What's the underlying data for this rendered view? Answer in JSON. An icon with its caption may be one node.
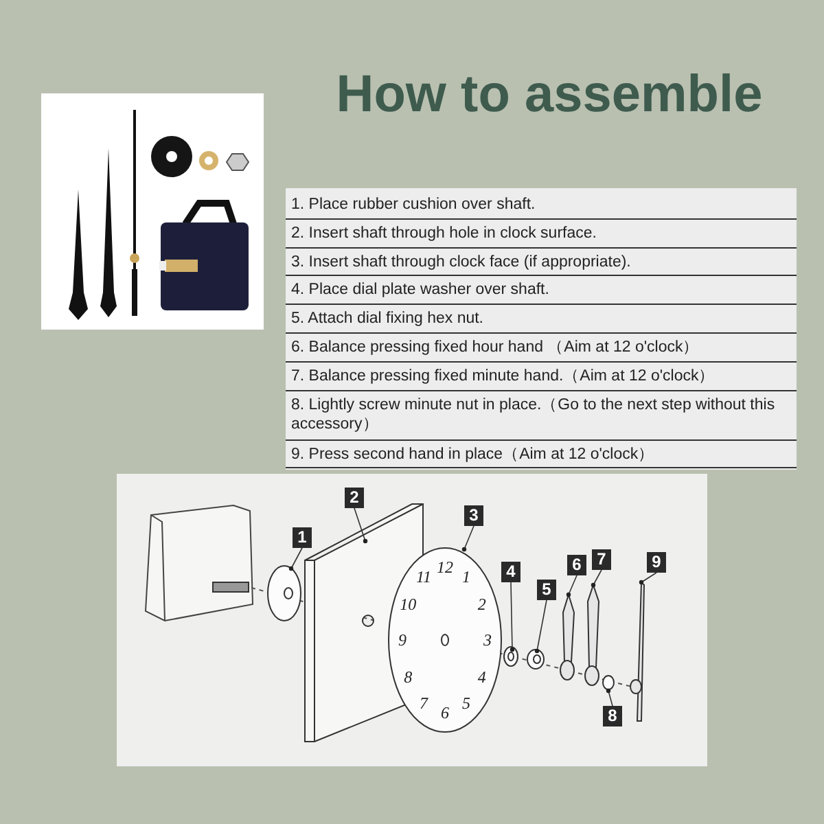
{
  "diagram": {
    "title": "How to assemble",
    "nodes": [
      {
        "text": [
          "1"
        ]
      },
      {
        "text": [
          "2"
        ]
      },
      {
        "text": [
          "3"
        ]
      },
      {
        "text": [
          "4"
        ]
      },
      {
        "text": [
          "5"
        ]
      },
      {
        "text": [
          "6"
        ]
      },
      {
        "text": [
          "7"
        ]
      },
      {
        "text": [
          "8"
        ]
      },
      {
        "text": [
          "9"
        ]
      },
      {
        "text": [],
        "shape": "circle"
      },
      {
        "text": [],
        "shape": "box"
      },
      {
        "text": [],
        "shape": "circle"
      },
      {
        "text": [],
        "shape": "circle"
      },
      {
        "text": [],
        "shape": "circle"
      },
      {
        "text": [],
        "shape": "bar"
      },
      {
        "text": [],
        "shape": "bar"
      },
      {
        "text": [],
        "shape": "circle"
      },
      {
        "text": [],
        "shape": "bar"
      }
    ],
    "edges": [
      {
        "from": 0,
        "to": 9,
        "arrow": "none"
      },
      {
        "from": 1,
        "to": 10,
        "arrow": "none"
      },
      {
        "from": 2,
        "to": 11,
        "arrow": "none"
      },
      {
        "from": 3,
        "to": 12,
        "arrow": "none"
      },
      {
        "from": 4,
        "to": 13,
        "arrow": "none"
      },
      {
        "from": 5,
        "to": 14,
        "arrow": "none"
      },
      {
        "from": 6,
        "to": 15,
        "arrow": "none"
      },
      {
        "from": 7,
        "to": 16,
        "arrow": "none"
      },
      {
        "from": 8,
        "to": 17,
        "arrow": "none"
      }
    ],
    "labels": [
      "1. Place rubber cushion over shaft.",
      "2. Insert shaft through hole in clock surface.",
      "3. Insert shaft through clock face (if appropriate).",
      "4. Place dial plate washer over shaft.",
      "5. Attach dial fixing hex nut.",
      "6. Balance pressing fixed hour hand （Aim at 12 o'clock）",
      "7. Balance pressing fixed minute hand.（Aim at 12 o'clock）",
      "8. Lightly screw minute nut in place.（Go to the next step without this accessory）",
      "9. Press second hand in place（Aim at 12 o'clock）",
      "12",
      "1",
      "2",
      "3",
      "4",
      "5",
      "6",
      "7",
      "8",
      "9",
      "10",
      "11"
    ]
  }
}
